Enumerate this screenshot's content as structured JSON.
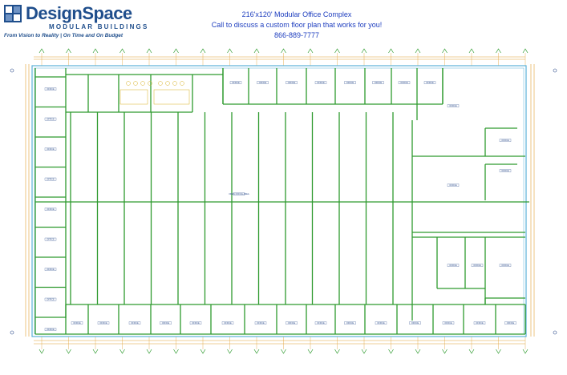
{
  "brand": {
    "name": "DesignSpace",
    "subtitle": "MODULAR BUILDINGS",
    "tagline": "From Vision to Reality | On Time and On Budget",
    "logo_icon": "grid-square-logo-icon",
    "brand_color": "#1f4e8c"
  },
  "header": {
    "title": "216'x120' Modular Office Complex",
    "cta": "Call to discuss a custom floor plan that works for you!",
    "phone": "866-889-7777",
    "text_color": "#1f3fbf"
  },
  "plan": {
    "main_room_label": "OPEN OFFICE AREA",
    "office_label": "OFFICE",
    "colors": {
      "wall": "#2e9a2e",
      "dimension": "#e0a030",
      "outline": "#5bb0d8",
      "label": "#2a4a8a"
    }
  }
}
